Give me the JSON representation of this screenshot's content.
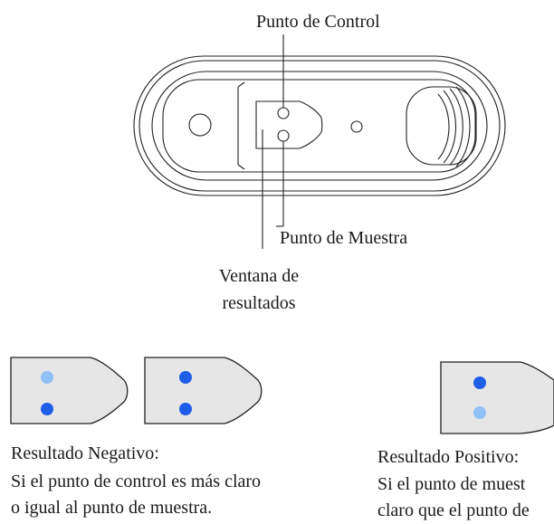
{
  "labels": {
    "control_point": "Punto de Control",
    "sample_point": "Punto de Muestra",
    "result_window_line1": "Ventana de",
    "result_window_line2": "resultados"
  },
  "results": {
    "negative_title": "Resultado Negativo:",
    "negative_line1": "Si el punto de control es más claro",
    "negative_line2": "o igual al punto de muestra.",
    "positive_title": "Resultado Positivo:",
    "positive_line1": "Si el punto de muest",
    "positive_line2": "claro que el punto de"
  },
  "colors": {
    "dot_dark": "#1f5ee8",
    "dot_light": "#90c0f4",
    "window_fill": "#e6e6e6",
    "outline": "#222222"
  }
}
